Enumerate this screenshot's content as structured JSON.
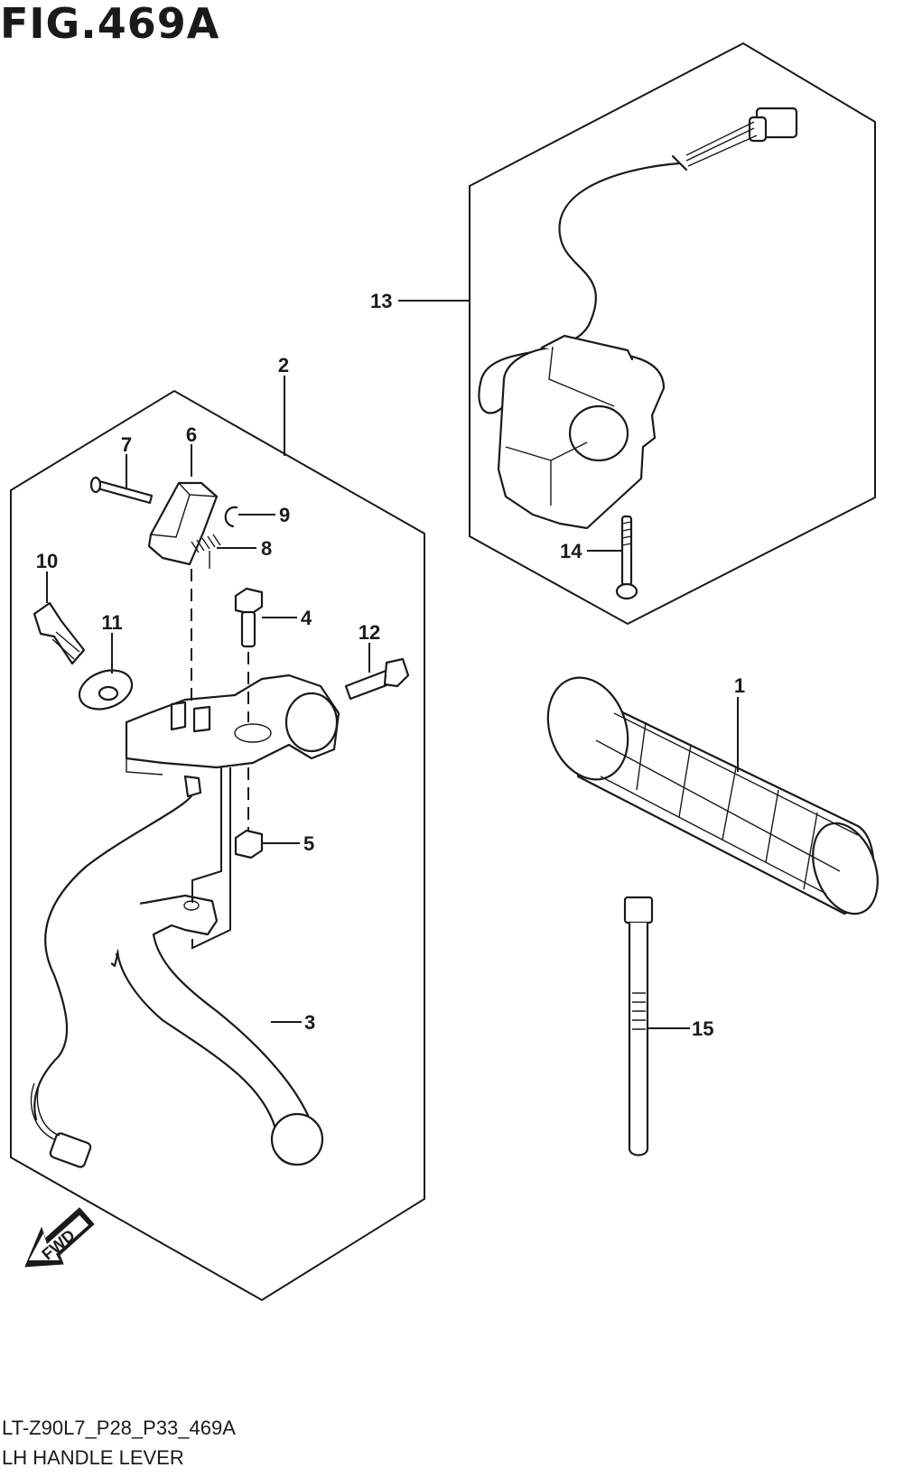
{
  "figure": {
    "title": "FIG.469A",
    "code": "LT-Z90L7_P28_P33_469A",
    "name": "LH HANDLE LEVER",
    "direction_label": "FWD"
  },
  "callouts": [
    {
      "id": "c1",
      "label": "1"
    },
    {
      "id": "c2",
      "label": "2"
    },
    {
      "id": "c3",
      "label": "3"
    },
    {
      "id": "c4",
      "label": "4"
    },
    {
      "id": "c5",
      "label": "5"
    },
    {
      "id": "c6",
      "label": "6"
    },
    {
      "id": "c7",
      "label": "7"
    },
    {
      "id": "c8",
      "label": "8"
    },
    {
      "id": "c9",
      "label": "9"
    },
    {
      "id": "c10",
      "label": "10"
    },
    {
      "id": "c11",
      "label": "11"
    },
    {
      "id": "c12",
      "label": "12"
    },
    {
      "id": "c13",
      "label": "13"
    },
    {
      "id": "c14",
      "label": "14"
    },
    {
      "id": "c15",
      "label": "15"
    }
  ]
}
